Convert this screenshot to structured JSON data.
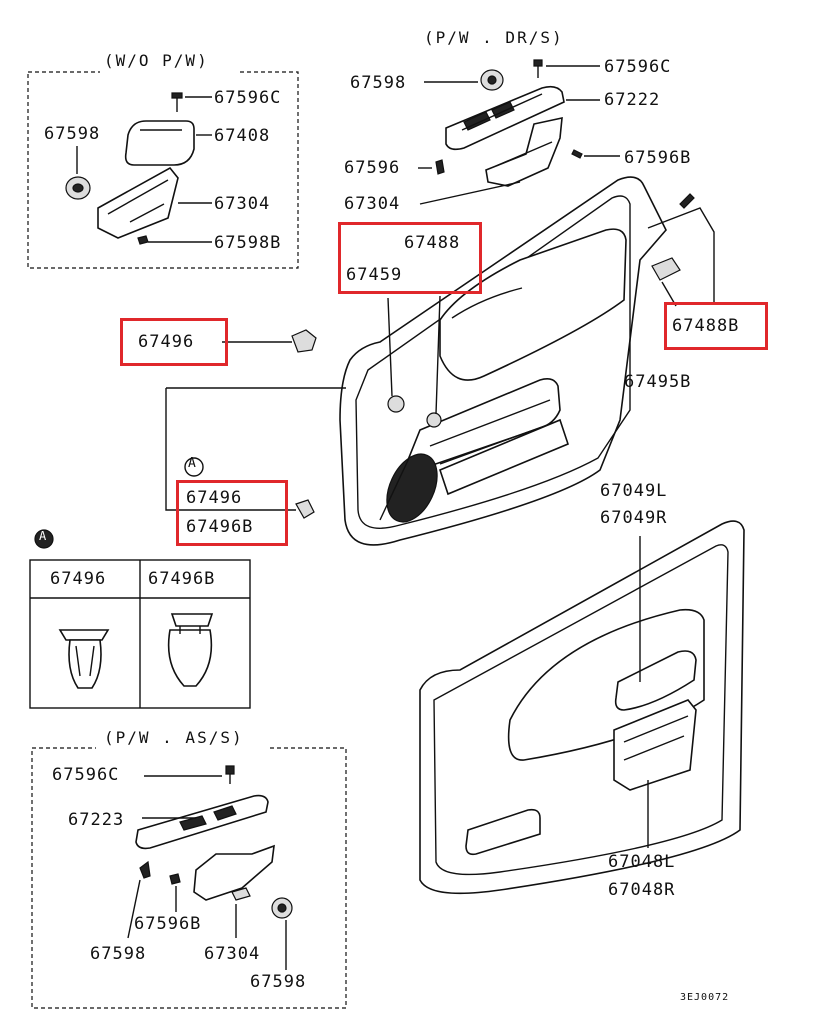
{
  "diagram": {
    "captions": {
      "wo_pw": "(W/O P/W)",
      "pw_dr": "(P/W . DR/S)",
      "pw_as": "(P/W . AS/S)",
      "detail_a": "A",
      "detail_a_ref": "A"
    },
    "labels": {
      "wo_67596c": "67596C",
      "wo_67598": "67598",
      "wo_67408": "67408",
      "wo_67304": "67304",
      "wo_67598b": "67598B",
      "dr_67598": "67598",
      "dr_67596c": "67596C",
      "dr_67222": "67222",
      "dr_67596": "67596",
      "dr_67596b": "67596B",
      "dr_67304": "67304",
      "p_67488": "67488",
      "p_67459": "67459",
      "p_67496": "67496",
      "p_67488b": "67488B",
      "p_67495b": "67495B",
      "a_67496": "67496",
      "a_67496b": "67496B",
      "p_67049l": "67049L",
      "p_67049r": "67049R",
      "p_67048l": "67048L",
      "p_67048r": "67048R",
      "as_67596c": "67596C",
      "as_67223": "67223",
      "as_67596b": "67596B",
      "as_67598a": "67598",
      "as_67304": "67304",
      "as_67598b": "67598"
    },
    "table": {
      "headers": [
        "67496",
        "67496B"
      ]
    },
    "drawing_code": "3EJ0072",
    "highlight_color": "#e0282b"
  }
}
